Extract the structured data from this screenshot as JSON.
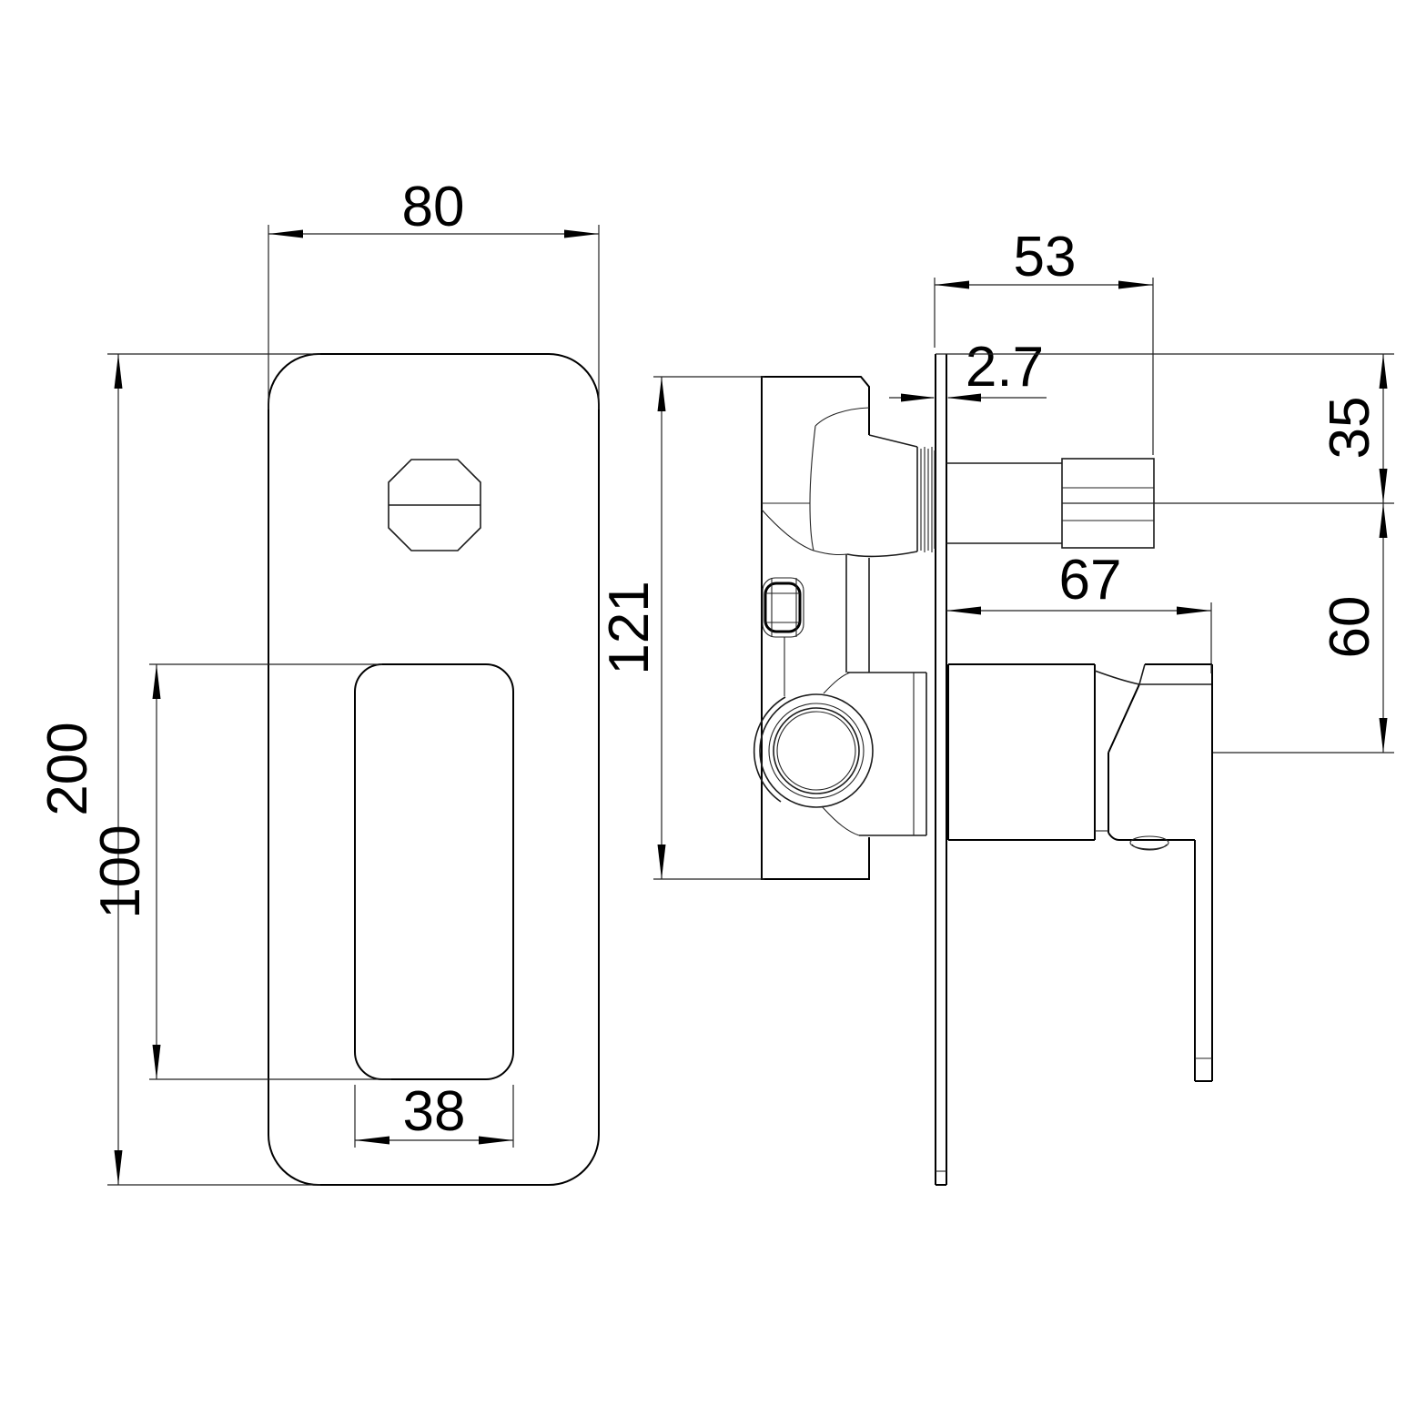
{
  "page": {
    "type": "technical-drawing",
    "background": "#ffffff",
    "line_color": "#000000"
  },
  "views": {
    "front": {
      "dims": {
        "plate_width": "80",
        "plate_height": "200",
        "handle_height": "100",
        "handle_width": "38"
      }
    },
    "side": {
      "dims": {
        "stem_projection": "53",
        "plate_thickness": "2.7",
        "plate_top_to_stem_center": "35",
        "body_height": "121",
        "handle_projection": "67",
        "stem_center_to_outlet": "60"
      }
    }
  }
}
